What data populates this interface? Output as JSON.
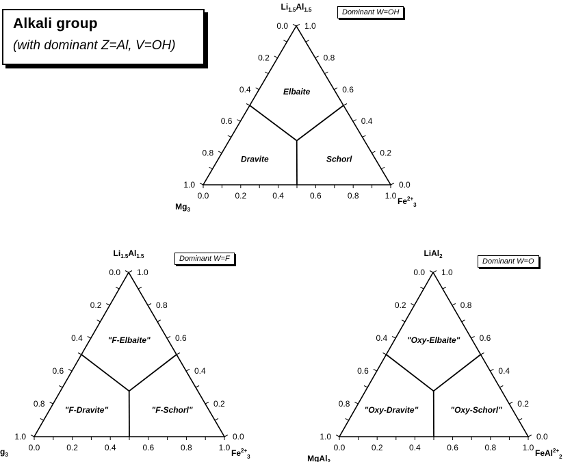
{
  "title": {
    "main": "Alkali group",
    "subtitle": "(with dominant Z=Al, V=OH)"
  },
  "tick_labels": {
    "left": [
      "0.0",
      "0.2",
      "0.4",
      "0.6",
      "0.8",
      "1.0"
    ],
    "right": [
      "1.0",
      "0.8",
      "0.6",
      "0.4",
      "0.2",
      "0.0"
    ],
    "bottom": [
      "0.0",
      "0.2",
      "0.4",
      "0.6",
      "0.8",
      "1.0"
    ]
  },
  "diagrams": [
    {
      "id": "oh",
      "legend": "Dominant W=OH",
      "corners": {
        "top": {
          "base": "Li",
          "sub1": "1.5",
          "mid": "Al",
          "sub2": "1.5"
        },
        "left": {
          "base": "Mg",
          "sub": "3"
        },
        "right": {
          "base": "Fe",
          "sup": "2+",
          "sub": "3"
        }
      },
      "fields": [
        "Elbaite",
        "Dravite",
        "Schorl"
      ]
    },
    {
      "id": "f",
      "legend": "Dominant W=F",
      "corners": {
        "top": {
          "base": "Li",
          "sub1": "1.5",
          "mid": "Al",
          "sub2": "1.5"
        },
        "left": {
          "base": "g",
          "sub": "3"
        },
        "right": {
          "base": "Fe",
          "sup": "2+",
          "sub": "3"
        }
      },
      "fields": [
        "\"F-Elbaite\"",
        "\"F-Dravite\"",
        "\"F-Schorl\""
      ]
    },
    {
      "id": "o",
      "legend": "Dominant W=O",
      "corners": {
        "top": {
          "base": "LiAl",
          "sub": "2"
        },
        "left": {
          "base": "MgAl",
          "sub": "2"
        },
        "right": {
          "base": "Fe",
          "sup": "2+",
          "mid": "Al",
          "sub": "2"
        }
      },
      "fields": [
        "\"Oxy-Elbaite\"",
        "\"Oxy-Dravite\"",
        "\"Oxy-Schorl\""
      ]
    }
  ],
  "field_boundaries": {
    "elbaite_lower_limit": 0.5,
    "dravite_schorl_split": 0.5,
    "triple_point": {
      "top_fraction": 0.278,
      "left_fraction": 0.361,
      "right_fraction": 0.361
    }
  }
}
